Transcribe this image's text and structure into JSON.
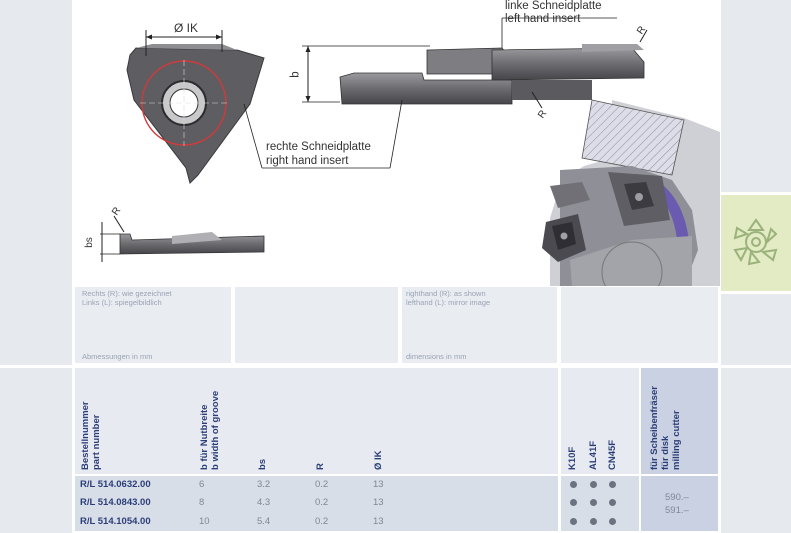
{
  "drawing": {
    "diameter_label": "Ø IK",
    "b_label": "b",
    "bs_label": "bs",
    "r_label": "R",
    "left_insert": [
      "linke Schneidplatte",
      "left hand insert"
    ],
    "right_insert": [
      "rechte Schneidplatte",
      "right hand insert"
    ]
  },
  "notes": {
    "de_line1": "Rechts (R): wie gezeichnet",
    "de_line2": "Links (L): spiegelbildlich",
    "en_line1": "righthand (R): as shown",
    "en_line2": "lefthand (L): mirror image",
    "dims_de": "Abmessungen in mm",
    "dims_en": "dimensions in mm"
  },
  "table": {
    "headers": {
      "part_number": [
        "Bestellnummer",
        "part number"
      ],
      "b": [
        "b für Nutbreite",
        "b width of groove"
      ],
      "bs": "bs",
      "r": "R",
      "ik": "Ø IK",
      "grades": [
        "K10F",
        "AL41F",
        "CN45F"
      ],
      "cutter": [
        "für Scheibenfräser",
        "für disk",
        "milling cutter"
      ]
    },
    "rows": [
      {
        "part": "R/L 514.0632.00",
        "b": "6",
        "bs": "3.2",
        "r": "0.2",
        "ik": "13"
      },
      {
        "part": "R/L 514.0843.00",
        "b": "8",
        "bs": "4.3",
        "r": "0.2",
        "ik": "13"
      },
      {
        "part": "R/L 514.1054.00",
        "b": "10",
        "bs": "5.4",
        "r": "0.2",
        "ik": "13"
      }
    ],
    "cutter_values": [
      "590.–",
      "591.–"
    ]
  },
  "colors": {
    "accent_green": "#e2ebc4",
    "header_blue": "#c9d1e3",
    "row_band": "#d8dee8",
    "text_navy": "#2c3e78"
  },
  "icons": {
    "logo": "cutter-insert-logo-icon"
  }
}
